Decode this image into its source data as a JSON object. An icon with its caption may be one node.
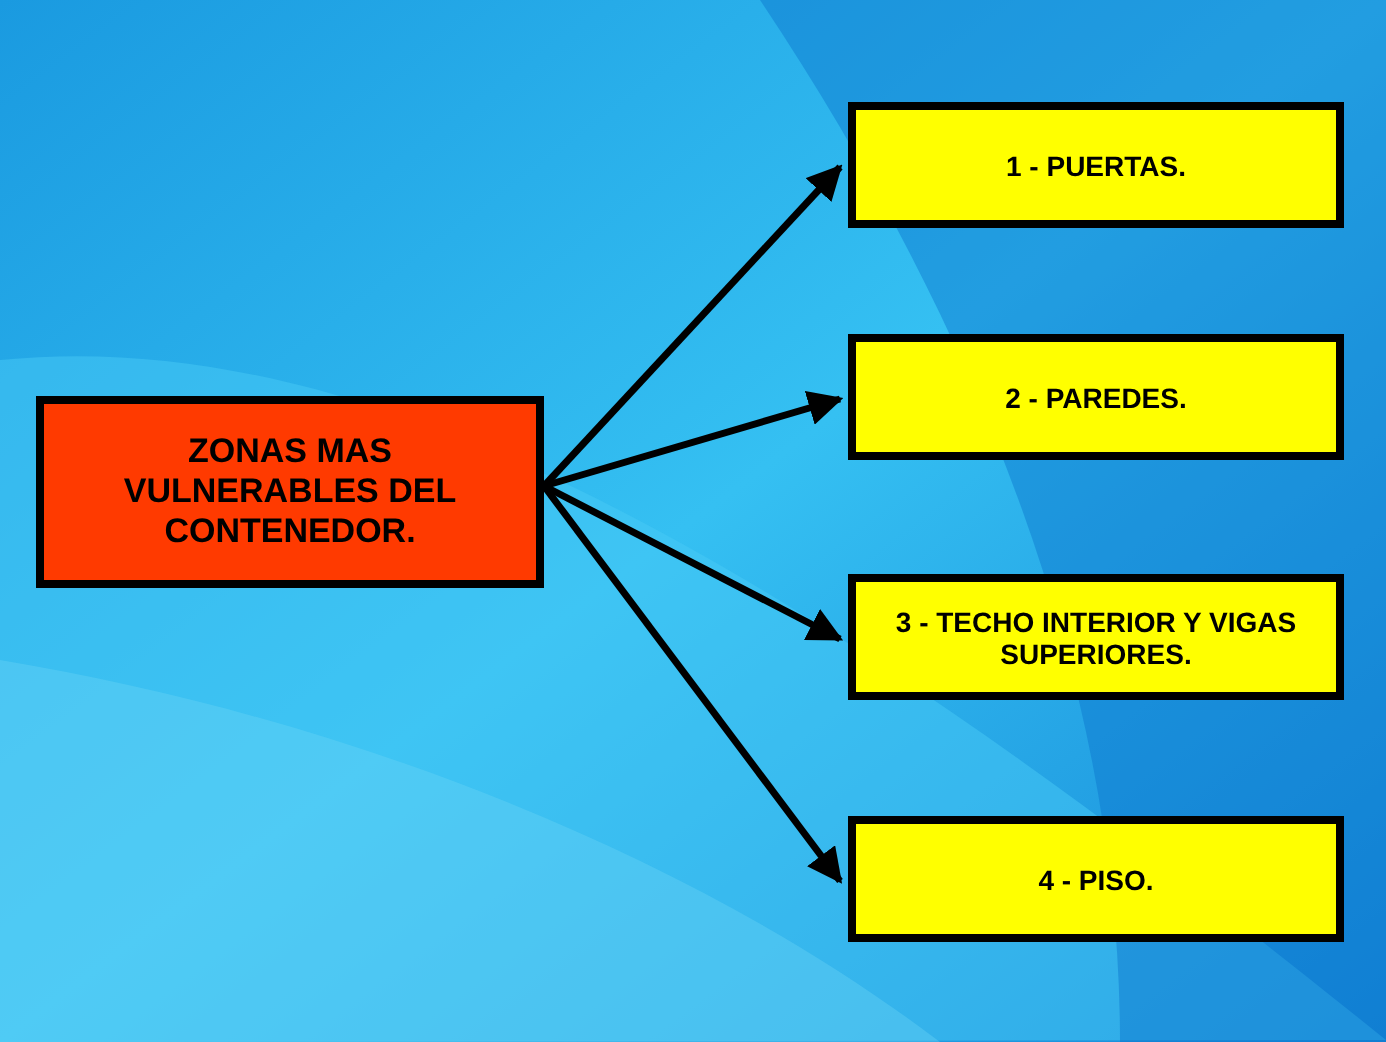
{
  "diagram": {
    "nodes": [
      {
        "text": [
          "ZONAS MAS VULNERABLES DEL CONTENEDOR."
        ]
      },
      {
        "text": [
          "1 - PUERTAS."
        ]
      },
      {
        "text": [
          "2 - PAREDES."
        ]
      },
      {
        "text": [
          "3 - TECHO  INTERIOR  Y VIGAS SUPERIORES."
        ]
      },
      {
        "text": [
          "4 - PISO."
        ]
      }
    ],
    "edges": [
      {
        "from": 0,
        "to": 1,
        "arrow": "to"
      },
      {
        "from": 0,
        "to": 2,
        "arrow": "to"
      },
      {
        "from": 0,
        "to": 3,
        "arrow": "to"
      },
      {
        "from": 0,
        "to": 4,
        "arrow": "to"
      }
    ]
  }
}
